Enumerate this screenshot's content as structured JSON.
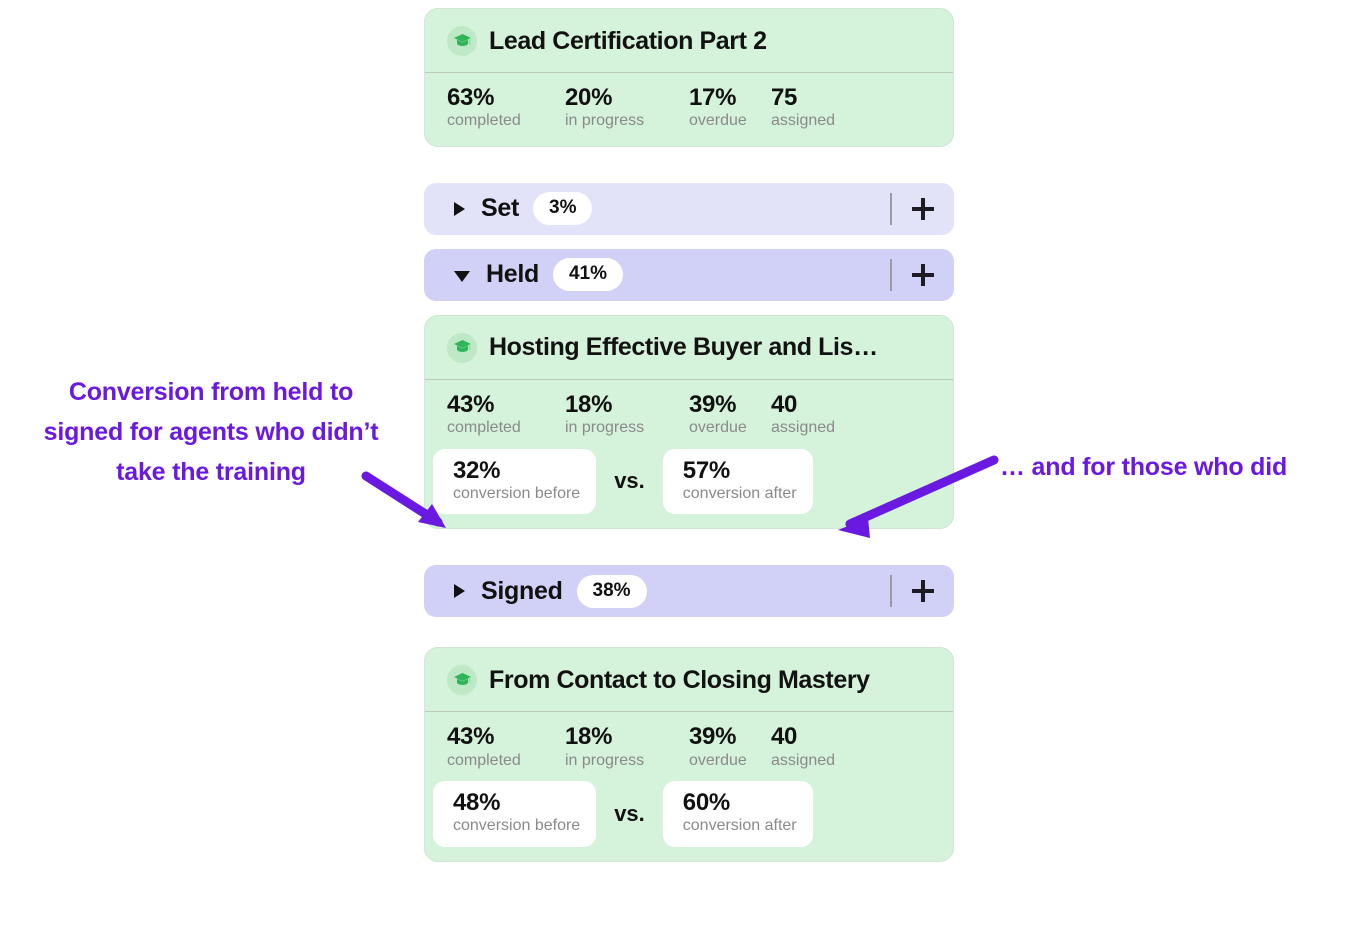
{
  "theme": {
    "card_green": "#d5f2da",
    "stage_light": "#e2e2f9",
    "stage_dark": "#d1d0f7",
    "annotation_purple": "#6a1ae0",
    "icon_green": "#2fb457",
    "muted_text": "#8a8a8a"
  },
  "cards": {
    "top": {
      "icon": "graduation-cap-icon",
      "title": "Lead Certification Part 2",
      "metrics": [
        {
          "value": "63%",
          "label": "completed"
        },
        {
          "value": "20%",
          "label": "in progress"
        },
        {
          "value": "17%",
          "label": "overdue"
        },
        {
          "value": "75",
          "label": "assigned"
        }
      ]
    },
    "middle": {
      "icon": "graduation-cap-icon",
      "title": "Hosting Effective Buyer and Lis…",
      "metrics": [
        {
          "value": "43%",
          "label": "completed"
        },
        {
          "value": "18%",
          "label": "in progress"
        },
        {
          "value": "39%",
          "label": "overdue"
        },
        {
          "value": "40",
          "label": "assigned"
        }
      ],
      "conversion": {
        "before_value": "32%",
        "before_label": "conversion before",
        "separator": "vs.",
        "after_value": "57%",
        "after_label": "conversion after"
      }
    },
    "bottom": {
      "icon": "graduation-cap-icon",
      "title": "From Contact to Closing Mastery",
      "metrics": [
        {
          "value": "43%",
          "label": "completed"
        },
        {
          "value": "18%",
          "label": "in progress"
        },
        {
          "value": "39%",
          "label": "overdue"
        },
        {
          "value": "40",
          "label": "assigned"
        }
      ],
      "conversion": {
        "before_value": "48%",
        "before_label": "conversion before",
        "separator": "vs.",
        "after_value": "60%",
        "after_label": "conversion after"
      }
    }
  },
  "stages": {
    "set": {
      "name": "Set",
      "percent": "3%",
      "expanded": false,
      "add_label": "+"
    },
    "held": {
      "name": "Held",
      "percent": "41%",
      "expanded": true,
      "add_label": "+"
    },
    "signed": {
      "name": "Signed",
      "percent": "38%",
      "expanded": false,
      "add_label": "+"
    }
  },
  "annotations": {
    "left": "Conversion from held to signed for agents who didn’t take the training",
    "right": "… and for those who did"
  }
}
